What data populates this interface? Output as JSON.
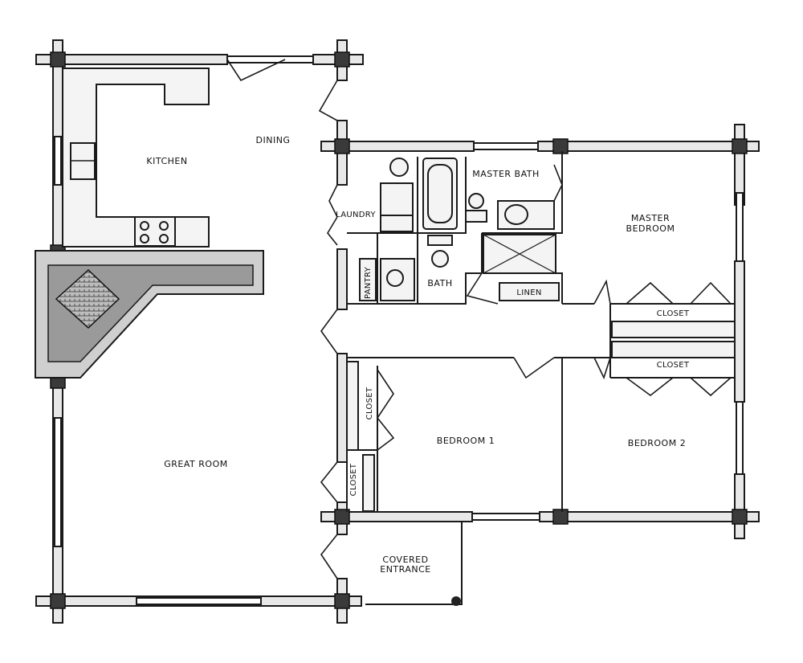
{
  "floor_plan": {
    "rooms": {
      "kitchen": "KITCHEN",
      "dining": "DINING",
      "laundry": "LAUNDRY",
      "pantry": "PANTRY",
      "bath": "BATH",
      "master_bath": "MASTER BATH",
      "linen": "LINEN",
      "master_bedroom_line1": "MASTER",
      "master_bedroom_line2": "BEDROOM",
      "closet_upper": "CLOSET",
      "closet_lower": "CLOSET",
      "bedroom1": "BEDROOM 1",
      "bedroom2": "BEDROOM 2",
      "closet_b1_upper": "CLOSET",
      "closet_b1_lower": "CLOSET",
      "great_room": "GREAT ROOM",
      "covered_entrance_line1": "COVERED",
      "covered_entrance_line2": "ENTRANCE"
    }
  }
}
